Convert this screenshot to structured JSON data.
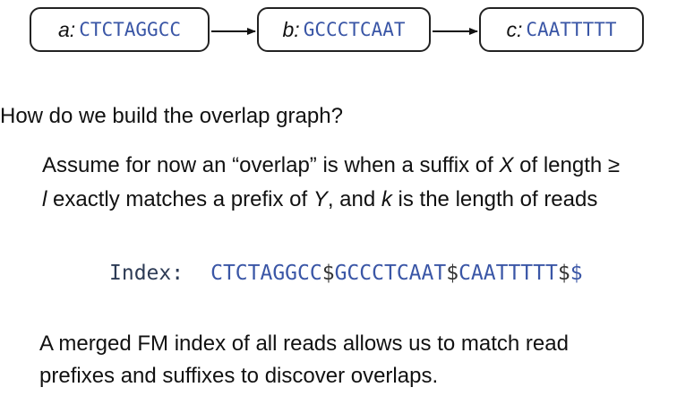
{
  "nodes": [
    {
      "label": "a:",
      "sequence": "CTCTAGGCC"
    },
    {
      "label": "b:",
      "sequence": "GCCCTCAAT"
    },
    {
      "label": "c:",
      "sequence": "CAATTTTT"
    }
  ],
  "question": "How do we build the overlap graph?",
  "assumption": {
    "part1": "Assume for now an “overlap” is when a suffix of ",
    "var_x": "X",
    "part2": " of length ≥ ",
    "var_l": "l",
    "part3": " exactly matches a prefix of ",
    "var_y": "Y",
    "part4": ", and ",
    "var_k": "k",
    "part5": " is the length of reads"
  },
  "index": {
    "label": "Index:",
    "read1": "CTCTAGGCC",
    "sep1": "$",
    "read2": "GCCCTCAAT",
    "sep2": "$",
    "read3": "CAATTTTT",
    "sep3": "$",
    "sep4": "$"
  },
  "conclusion": "A merged FM index of all reads allows us to match read prefixes and suffixes to discover overlaps.",
  "colors": {
    "sequence": "#3a56a6",
    "text": "#111111",
    "border": "#222222"
  }
}
